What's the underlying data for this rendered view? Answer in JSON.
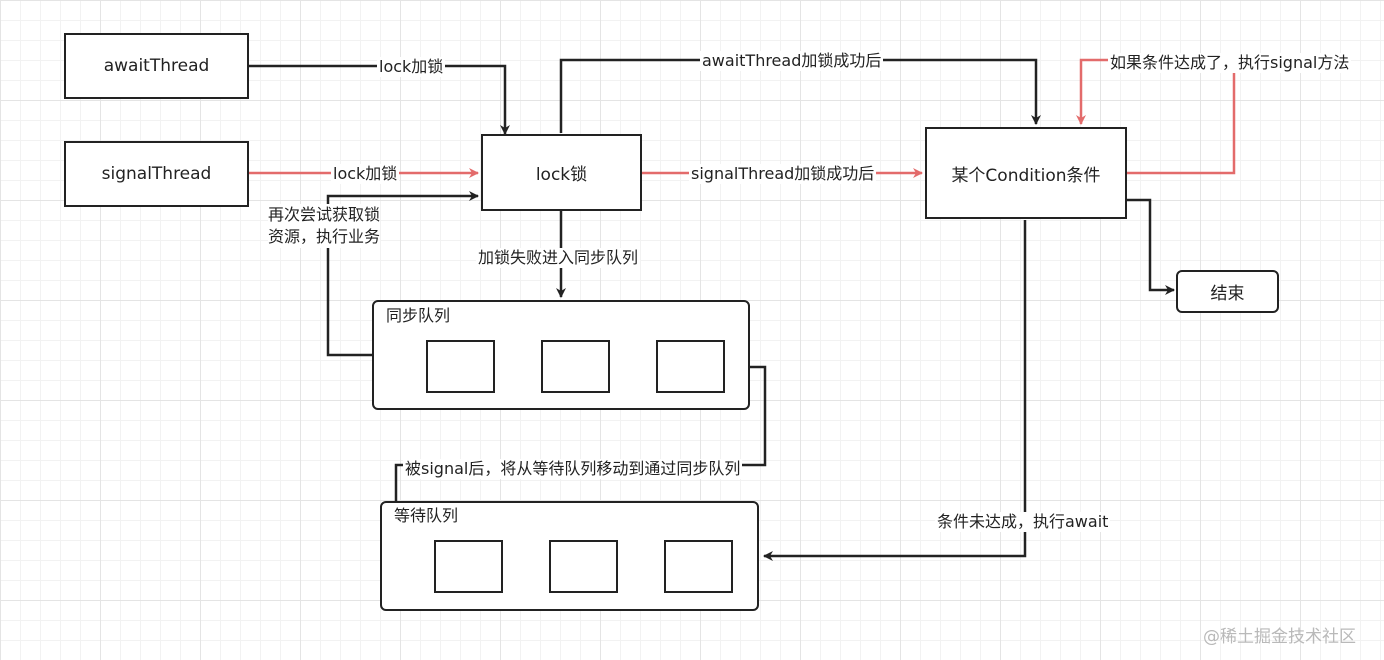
{
  "nodes": {
    "await_thread": "awaitThread",
    "signal_thread": "signalThread",
    "lock": "lock锁",
    "condition": "某个Condition条件",
    "end": "结束"
  },
  "queues": {
    "sync_title": "同步队列",
    "wait_title": "等待队列"
  },
  "edges": {
    "await_lock": "lock加锁",
    "signal_lock": "lock加锁",
    "await_success": "awaitThread加锁成功后",
    "signal_success": "signalThread加锁成功后",
    "signal_if_met": "如果条件达成了，执行signal方法",
    "retry_line1": "再次尝试获取锁",
    "retry_line2": "资源，执行业务",
    "lock_fail": "加锁失败进入同步队列",
    "signal_move": "被signal后，将从等待队列移动到通过同步队列",
    "await_not_met": "条件未达成，执行await"
  },
  "colors": {
    "black_arrow": "#222222",
    "red_arrow": "#e36b6b"
  },
  "watermark": "@稀土掘金技术社区"
}
